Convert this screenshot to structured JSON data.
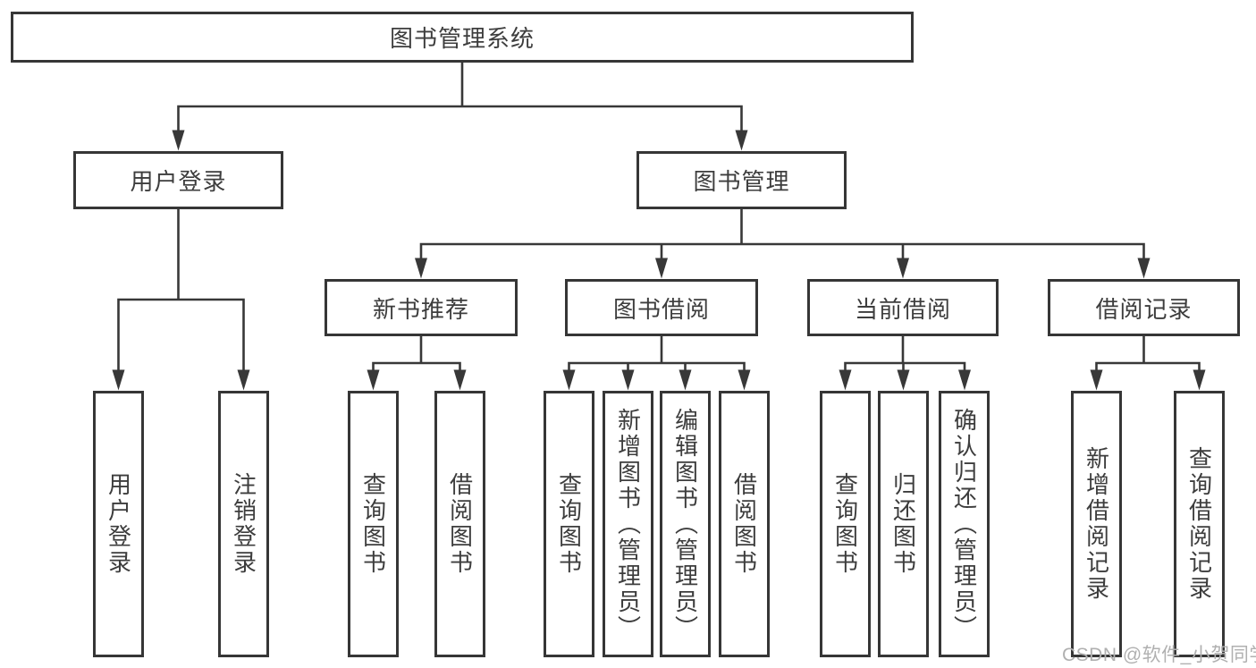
{
  "diagram": {
    "root": {
      "label": "图书管理系统",
      "children": [
        {
          "label": "用户登录",
          "children": [
            {
              "label": "用户登录"
            },
            {
              "label": "注销登录"
            }
          ]
        },
        {
          "label": "图书管理",
          "children": [
            {
              "label": "新书推荐",
              "children": [
                {
                  "label": "查询图书"
                },
                {
                  "label": "借阅图书"
                }
              ]
            },
            {
              "label": "图书借阅",
              "children": [
                {
                  "label": "查询图书"
                },
                {
                  "label": "新增图书（管理员）"
                },
                {
                  "label": "编辑图书（管理员）"
                },
                {
                  "label": "借阅图书"
                }
              ]
            },
            {
              "label": "当前借阅",
              "children": [
                {
                  "label": "查询图书"
                },
                {
                  "label": "归还图书"
                },
                {
                  "label": "确认归还（管理员）"
                }
              ]
            },
            {
              "label": "借阅记录",
              "children": [
                {
                  "label": "新增借阅记录"
                },
                {
                  "label": "查询借阅记录"
                }
              ]
            }
          ]
        }
      ]
    }
  },
  "watermark": {
    "text": "CSDN @软件_小贺同学",
    "color": "#b0b0b0"
  },
  "colors": {
    "line": "#383838",
    "box_border": "#363636",
    "text": "#3d3d3d",
    "background": "#ffffff"
  }
}
